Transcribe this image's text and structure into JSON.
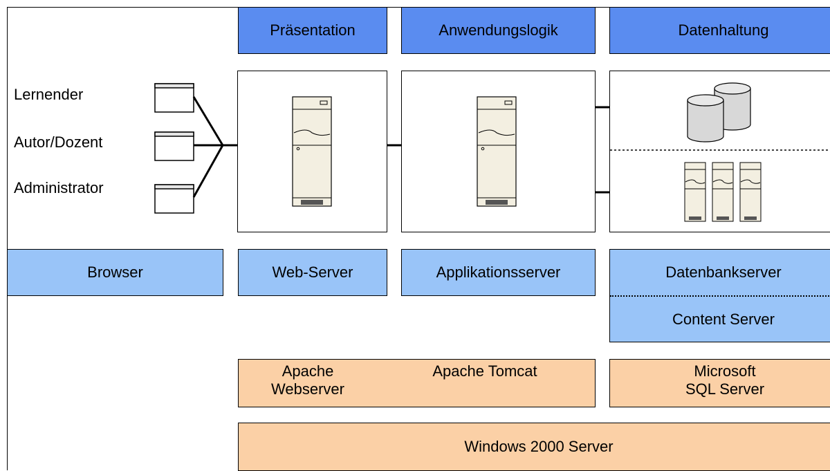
{
  "layers": {
    "presentation": "Präsentation",
    "logic": "Anwendungslogik",
    "data": "Datenhaltung"
  },
  "users": [
    "Lernender",
    "Autor/Dozent",
    "Administrator"
  ],
  "tiers": {
    "browser": "Browser",
    "web_server": "Web-Server",
    "app_server": "Applikationsserver",
    "db_server": "Datenbankserver",
    "content_server": "Content Server"
  },
  "software": {
    "apache_webserver_line1": "Apache",
    "apache_webserver_line2": "Webserver",
    "apache_tomcat": "Apache Tomcat",
    "mssql_line1": "Microsoft",
    "mssql_line2": "SQL Server",
    "os": "Windows 2000 Server"
  },
  "colors": {
    "layer_header": "#5a8cf0",
    "tier_box": "#99c4f8",
    "software_box": "#fbd0a6",
    "server_body": "#f3efe1",
    "database": "#d8d8d8"
  },
  "icons": [
    "window-icon",
    "server-tower-icon",
    "database-cylinder-icon",
    "small-server-icon"
  ]
}
